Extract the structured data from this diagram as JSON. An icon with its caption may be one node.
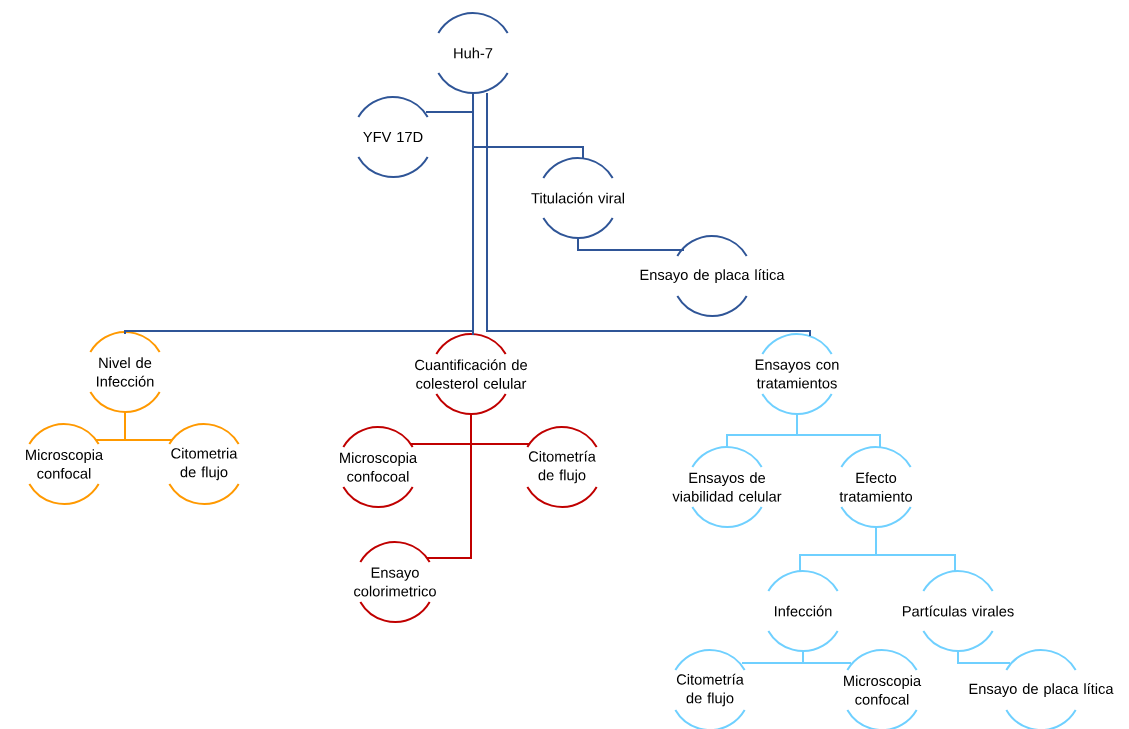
{
  "diagram": {
    "nodes": [
      {
        "text": [
          "Huh-7"
        ]
      },
      {
        "text": [
          "YFV 17D"
        ]
      },
      {
        "text": [
          "Titulación viral"
        ]
      },
      {
        "text": [
          "Ensayo de placa lítica"
        ]
      },
      {
        "text": [
          "Nivel de Infección"
        ]
      },
      {
        "text": [
          "Cuantificación de colesterol celular"
        ]
      },
      {
        "text": [
          "Ensayos con tratamientos"
        ]
      },
      {
        "text": [
          "Microscopia confocal"
        ]
      },
      {
        "text": [
          "Citometria de flujo"
        ]
      },
      {
        "text": [
          "Microscopia confocoal"
        ]
      },
      {
        "text": [
          "Citometría de flujo"
        ]
      },
      {
        "text": [
          "Ensayo colorimetrico"
        ]
      },
      {
        "text": [
          "Ensayos de viabilidad celular"
        ]
      },
      {
        "text": [
          "Efecto tratamiento"
        ]
      },
      {
        "text": [
          "Infección"
        ]
      },
      {
        "text": [
          "Partículas virales"
        ]
      },
      {
        "text": [
          "Citometría de flujo"
        ]
      },
      {
        "text": [
          "Microscopia confocal"
        ]
      },
      {
        "text": [
          "Ensayo de placa lítica"
        ]
      }
    ],
    "edges": [
      {
        "from": 0,
        "to": 1,
        "arrow": "none",
        "color": "#2f5597"
      },
      {
        "from": 0,
        "to": 2,
        "arrow": "none",
        "color": "#2f5597"
      },
      {
        "from": 2,
        "to": 3,
        "arrow": "none",
        "color": "#2f5597"
      },
      {
        "from": 0,
        "to": 4,
        "arrow": "none",
        "color": "#2f5597"
      },
      {
        "from": 0,
        "to": 5,
        "arrow": "none",
        "color": "#2f5597"
      },
      {
        "from": 0,
        "to": 6,
        "arrow": "none",
        "color": "#2f5597"
      },
      {
        "from": 4,
        "to": 7,
        "arrow": "none",
        "color": "#ff9900"
      },
      {
        "from": 4,
        "to": 8,
        "arrow": "none",
        "color": "#ff9900"
      },
      {
        "from": 5,
        "to": 9,
        "arrow": "none",
        "color": "#c00000"
      },
      {
        "from": 5,
        "to": 10,
        "arrow": "none",
        "color": "#c00000"
      },
      {
        "from": 5,
        "to": 11,
        "arrow": "none",
        "color": "#c00000"
      },
      {
        "from": 6,
        "to": 12,
        "arrow": "none",
        "color": "#6fd0ff"
      },
      {
        "from": 6,
        "to": 13,
        "arrow": "none",
        "color": "#6fd0ff"
      },
      {
        "from": 13,
        "to": 14,
        "arrow": "none",
        "color": "#6fd0ff"
      },
      {
        "from": 13,
        "to": 15,
        "arrow": "none",
        "color": "#6fd0ff"
      },
      {
        "from": 14,
        "to": 16,
        "arrow": "none",
        "color": "#6fd0ff"
      },
      {
        "from": 14,
        "to": 17,
        "arrow": "none",
        "color": "#6fd0ff"
      },
      {
        "from": 15,
        "to": 18,
        "arrow": "none",
        "color": "#6fd0ff"
      }
    ]
  }
}
